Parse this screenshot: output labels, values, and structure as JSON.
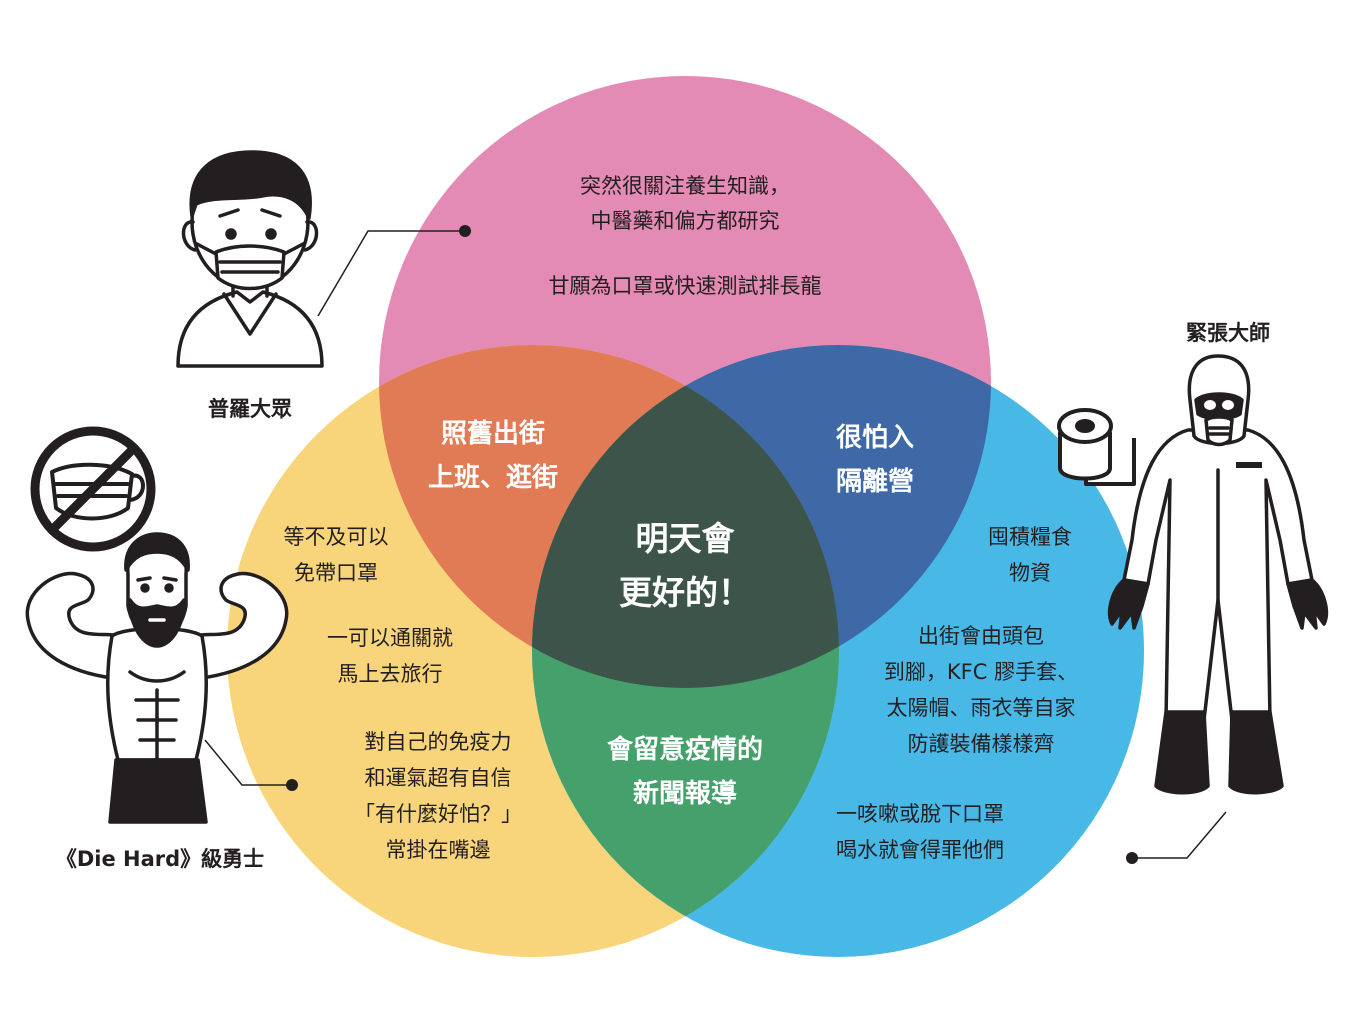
{
  "colors": {
    "pink": "#e38bb4",
    "yellow": "#f8d57a",
    "blue": "#48b9e7",
    "overlap_pink_yellow": "#e07b56",
    "overlap_pink_blue": "#3f68a6",
    "overlap_yellow_blue": "#45a06c",
    "center": "#3c5449"
  },
  "pink_circle": {
    "line1": "突然很關注養生知識，",
    "line2": "中醫藥和偏方都研究",
    "line3": "甘願為口罩或快速測試排長龍"
  },
  "yellow_circle": {
    "block1": [
      "等不及可以",
      "免帶口罩"
    ],
    "block2": [
      "一可以通關就",
      "馬上去旅行"
    ],
    "block3": [
      "對自己的免疫力",
      "和運氣超有自信",
      "「有什麼好怕？」",
      "常掛在嘴邊"
    ]
  },
  "blue_circle": {
    "block1": [
      "囤積糧食",
      "物資"
    ],
    "block2": [
      "出街會由頭包",
      "到腳，KFC 膠手套、",
      "太陽帽、雨衣等自家",
      "防護裝備樣樣齊"
    ],
    "block3": [
      "一咳嗽或脫下口罩",
      "喝水就會得罪他們"
    ]
  },
  "overlaps": {
    "pink_yellow": [
      "照舊出街",
      "上班、逛街"
    ],
    "pink_blue": [
      "很怕入",
      "隔離營"
    ],
    "yellow_blue": [
      "會留意疫情的",
      "新聞報導"
    ]
  },
  "center": [
    "明天會",
    "更好的！"
  ],
  "personas": {
    "general_public": "普羅大眾",
    "die_hard": "《Die Hard》級勇士",
    "nervous_master": "緊張大師"
  },
  "icons": [
    "masked-person-icon",
    "no-mask-icon",
    "muscle-man-icon",
    "hazmat-suit-icon",
    "toilet-paper-icon"
  ]
}
